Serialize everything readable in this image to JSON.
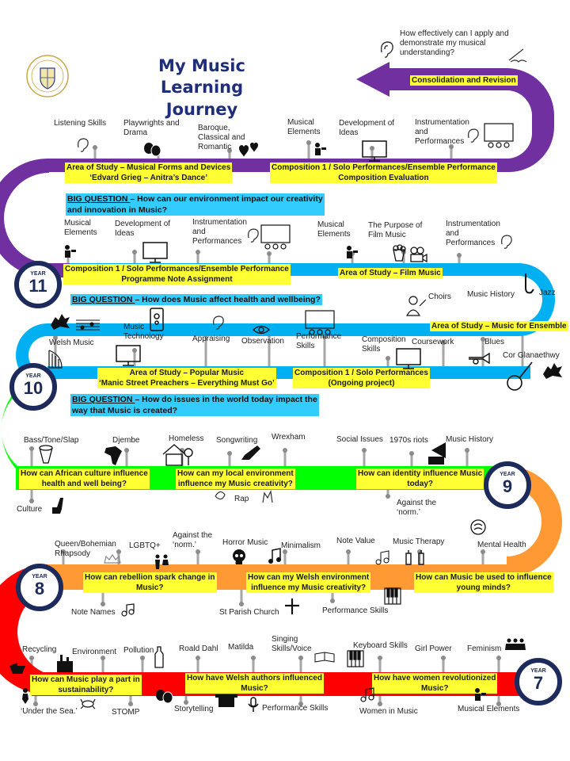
{
  "title": "My Music Learning\nJourney",
  "colors": {
    "purple": "#7030a0",
    "blue": "#00b0f0",
    "green": "#00ff00",
    "orange": "#ff9933",
    "red": "#ff0000",
    "navy": "#1c2a5c",
    "highlight": "#ffff33",
    "question": "#33ccff"
  },
  "years": [
    {
      "word": "YEAR",
      "num": "11"
    },
    {
      "word": "YEAR",
      "num": "10"
    },
    {
      "word": "YEAR",
      "num": "9"
    },
    {
      "word": "YEAR",
      "num": "8"
    },
    {
      "word": "YEAR",
      "num": "7"
    }
  ],
  "big_questions": [
    {
      "prefix": "BIG QUESTION ",
      "text": " – How can our environment impact our creativity\nand innovation in Music?"
    },
    {
      "prefix": "BIG QUESTION ",
      "text": " – How does Music affect health and wellbeing?"
    },
    {
      "prefix": "BIG QUESTION ",
      "text": " – How do issues in the world today impact the\nway that Music is created?"
    }
  ],
  "highlights": [
    "Consolidation  and  Revision",
    "Area of Study – Musical Forms and Devices\n‘Edvard Grieg – Anitra’s Dance’",
    "Composition  1 / Solo Performances/Ensemble  Performance\nComposition  Evaluation",
    "Composition  1 / Solo Performances/Ensemble Performance\nProgramme Note Assignment",
    "Area of Study – Film Music",
    "Area of Study – Music for Ensemble",
    "Area of Study – Popular Music\n‘Manic Street Preachers – Everything Must Go’",
    "Composition  1 / Solo Performances\n(Ongoing project)",
    "How can African culture  influence\nhealth and well being?",
    "How can my local environment\ninfluence my Music creativity?",
    "How can identity influence Music\ntoday?",
    "How can rebellion spark change in\nMusic?",
    "How can my Welsh environment\ninfluence my Music creativity?",
    "How can Music be used to influence\nyoung minds?",
    "How can Music  play a part in\nsustainability?",
    "How have Welsh authors  influenced\nMusic?",
    "How have women revolutionized\nMusic?"
  ],
  "labels": [
    "How effectively can I apply and\ndemonstrate my musical\nunderstanding?",
    "Listening Skills",
    "Playwrights and\nDrama",
    "Baroque,\nClassical and\nRomantic",
    "Musical\nElements",
    "Development of\nIdeas",
    "Instrumentation\nand\nPerformances",
    "Musical\nElements",
    "Development of\nIdeas",
    "Instrumentation\nand\nPerformances",
    "Musical\nElements",
    "The Purpose of\nFilm Music",
    "Instrumentation\nand\nPerformances",
    "Jazz",
    "Choirs",
    "Music History",
    "Welsh Music",
    "Music\nTechnology",
    "Appraising",
    "Observation",
    "Performance\nSkills",
    "Composition\nSkills",
    "Coursework",
    "Blues",
    "Cor Glanaethwy",
    "Bass/Tone/Slap",
    "Djembe",
    "Homeless",
    "Songwriting",
    "Wrexham",
    "Social Issues",
    "1970s riots",
    "Music History",
    "Culture",
    "Rap",
    "Against the\n‘norm.’",
    "Queen/Bohemian\nRhapsody",
    "LGBTQ+",
    "Against the\n‘norm.’",
    "Horror Music",
    "Minimalism",
    "Note Value",
    "Music Therapy",
    "Mental Health",
    "Note Names",
    "St Parish Church",
    "Performance Skills",
    "Recycling",
    "Environment",
    "Pollution",
    "Roald Dahl",
    "Matilda",
    "Singing\nSkills/Voice",
    "Keyboard Skills",
    "Girl Power",
    "Feminism",
    "‘Under the Sea.’",
    "STOMP",
    "Storytelling",
    "Performance Skills",
    "Women in Music",
    "Musical Elements"
  ]
}
